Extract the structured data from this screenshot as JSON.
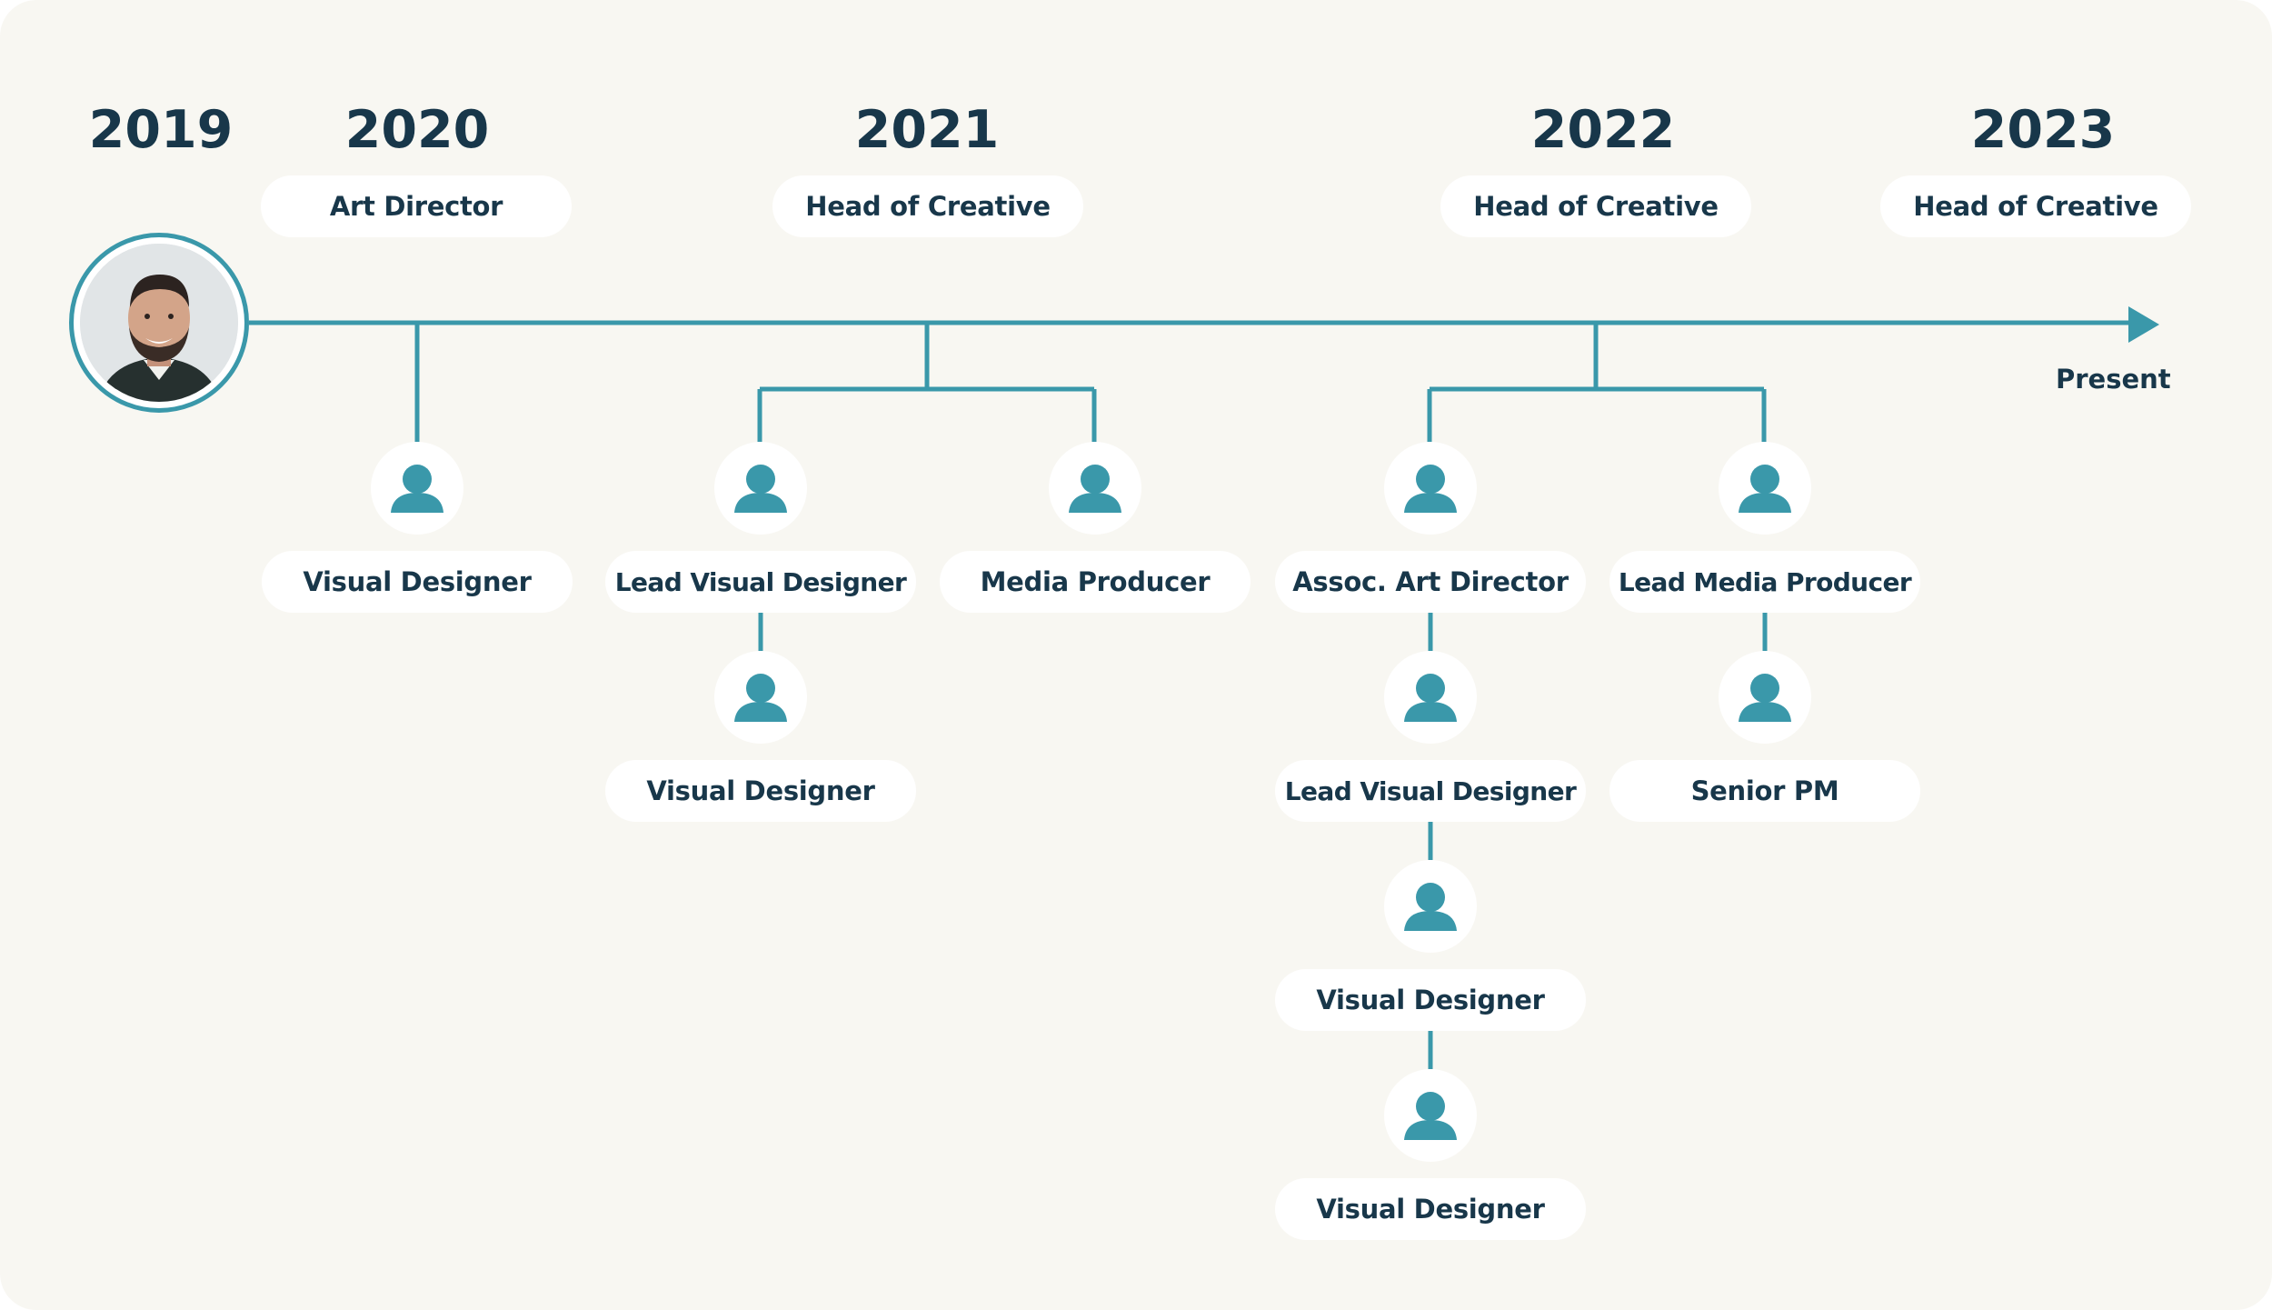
{
  "colors": {
    "background": "#f8f7f2",
    "accent": "#3a98aa",
    "text": "#18374a",
    "card": "#ffffff"
  },
  "avatar": {
    "icon": "person-photo"
  },
  "timeline": {
    "end_label": "Present",
    "years": [
      {
        "label": "2019",
        "role": ""
      },
      {
        "label": "2020",
        "role": "Art Director"
      },
      {
        "label": "2021",
        "role": "Head of Creative"
      },
      {
        "label": "2022",
        "role": "Head of Creative"
      },
      {
        "label": "2023",
        "role": "Head of Creative"
      }
    ]
  },
  "reports": {
    "y2020": [
      {
        "role": "Visual Designer",
        "icon": "user-icon"
      }
    ],
    "y2021": [
      {
        "role": "Lead Visual Designer",
        "icon": "user-icon"
      },
      {
        "role": "Visual Designer",
        "icon": "user-icon"
      },
      {
        "role": "Media Producer",
        "icon": "user-icon"
      }
    ],
    "y2022": [
      {
        "role": "Assoc. Art Director",
        "icon": "user-icon"
      },
      {
        "role": "Lead Visual Designer",
        "icon": "user-icon"
      },
      {
        "role": "Visual Designer",
        "icon": "user-icon"
      },
      {
        "role": "Visual Designer",
        "icon": "user-icon"
      },
      {
        "role": "Lead Media Producer",
        "icon": "user-icon"
      },
      {
        "role": "Senior PM",
        "icon": "user-icon"
      }
    ]
  }
}
